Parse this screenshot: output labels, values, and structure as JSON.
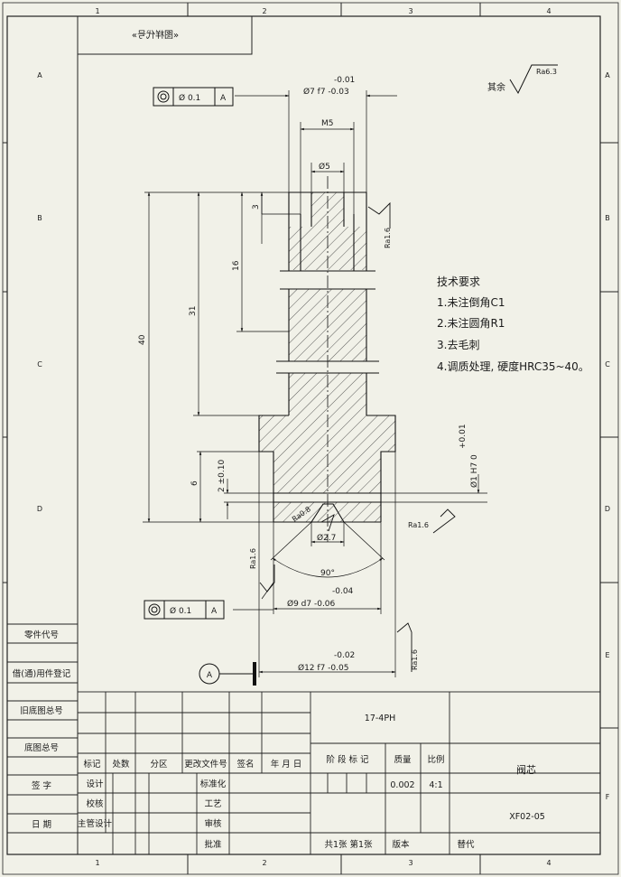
{
  "frame": {
    "zone_cols": [
      "1",
      "2",
      "3",
      "4"
    ],
    "zone_rows": [
      "A",
      "B",
      "C",
      "D",
      "E",
      "F"
    ]
  },
  "mirrored_label": "«图样代号»",
  "surface_finish": {
    "prefix": "其余",
    "value": "Ra6.3"
  },
  "tech_requirements": {
    "title": "技术要求",
    "items": [
      "1.未注倒角C1",
      "2.未注圆角R1",
      "3.去毛刺",
      "4.调质处理, 硬度HRC35~40。"
    ]
  },
  "dimensions": {
    "top_dia_tol": "-0.01",
    "top_dia": "Ø7 f7 -0.03",
    "thread": "M5",
    "hole_dia": "Ø5",
    "len_3": "3",
    "len_16": "16",
    "len_31": "31",
    "len_40": "40",
    "len_6": "6",
    "len_2": "2 ±0.10",
    "bore_tol": "+0.01",
    "bore": "Ø1 H7 0",
    "inner_dia": "Ø2.7",
    "angle": "90°",
    "mid_dia_tol": "-0.04",
    "mid_dia": "Ø9 d7 -0.06",
    "bottom_dia_tol": "-0.02",
    "bottom_dia": "Ø12 f7 -0.05",
    "inner_ra": "Ra0.8",
    "datum_letter": "A"
  },
  "roughness": [
    "Ra1.6",
    "Ra1.6",
    "Ra1.6",
    "Ra1.6"
  ],
  "tolerance_frames": [
    {
      "value": "Ø 0.1",
      "datum": "A"
    },
    {
      "value": "Ø 0.1",
      "datum": "A"
    }
  ],
  "left_column": [
    "零件代号",
    "借(通)用件登记",
    "旧底图总号",
    "底图总号",
    "签 字",
    "日 期"
  ],
  "title_block": {
    "header_cells": [
      "标记",
      "处数",
      "分区",
      "更改文件号",
      "签名",
      "年 月 日"
    ],
    "rows": [
      "设计",
      "校核",
      "主管设计",
      "标准化",
      "工艺",
      "审核",
      "批准"
    ],
    "material": "17-4PH",
    "stage_label": "阶 段 标 记",
    "weight_label": "质量",
    "scale_label": "比例",
    "weight": "0.002",
    "scale": "4:1",
    "part_name": "阀芯",
    "drawing_number": "XF02-05",
    "sheet_info": "共1张  第1张",
    "version": "版本",
    "replaces": "替代"
  }
}
